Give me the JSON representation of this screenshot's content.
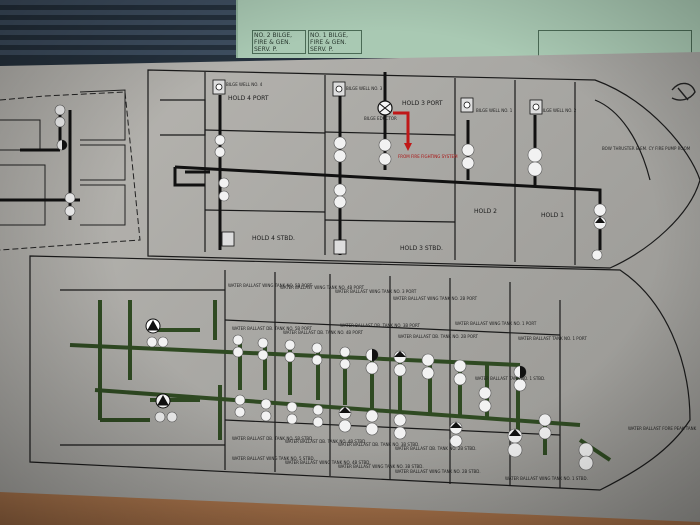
{
  "background_chart": {
    "cells": [
      "NO. 2 BILGE, FIRE & GEN. SERV. P.",
      "NO. 1 BILGE, FIRE & GEN. SERV. P."
    ]
  },
  "upper_panel": {
    "labels": {
      "hold_4_port": "HOLD 4 PORT",
      "hold_4_stbd": "HOLD 4 STBD.",
      "hold_3_port": "HOLD 3 PORT",
      "hold_3_stbd": "HOLD 3 STBD.",
      "hold_2": "HOLD 2",
      "hold_1": "HOLD 1",
      "bow_thruster": "BOW THRUSTER & EM. CY FIRE PUMP ROOM",
      "bilge_eductor": "BILGE EDUCTOR",
      "fire_fighting": "FROM FIRE FIGHTING SYSTEM",
      "bilge_well_1": "BILGE WELL NO. 1",
      "bilge_well_2": "BILGE WELL NO. 2",
      "bilge_well_3": "BILGE WELL NO. 3",
      "bilge_well_4": "BILGE WELL NO. 4"
    }
  },
  "lower_panel": {
    "labels": {
      "wbt_5p": "WATER BALLAST WING TANK NO. 5B PORT",
      "wbt_4p": "WATER BALLAST WING TANK NO. 4B PORT",
      "wbt_3p": "WATER BALLAST WING TANK NO. 3 PORT",
      "wbt_2p": "WATER BALLAST WING TANK NO. 2B PORT",
      "wbt_1p": "WATER BALLAST WING TANK NO. 1 PORT",
      "wbdb_5p": "WATER BALLAST DB. TANK NO. 5B PORT",
      "wbdb_4p": "WATER BALLAST DB. TANK NO. 4B PORT",
      "wbdb_3p": "WATER BALLAST DB. TANK NO. 3B PORT",
      "wbdb_2p": "WATER BALLAST DB. TANK NO. 2B PORT",
      "wb_1p": "WATER BALLAST TANK NO. 1 PORT",
      "wbdb_5s": "WATER BALLAST DB. TANK NO. 5B STBD.",
      "wbdb_4s": "WATER BALLAST DB. TANK NO. 4B STBD.",
      "wbdb_3s": "WATER BALLAST DB. TANK NO. 3B STBD.",
      "wbdb_2s": "WATER BALLAST DB. TANK NO. 2B STBD.",
      "wb_1s": "WATER BALLAST TANK NO. 1 STBD.",
      "wbt_5s": "WATER BALLAST WING TANK NO. 5 STBD.",
      "wbt_4s": "WATER BALLAST WING TANK NO. 4B STBD.",
      "wbt_3s": "WATER BALLAST WING TANK NO. 3B STBD.",
      "wbt_2s": "WATER BALLAST WING TANK NO. 2B STBD.",
      "wbt_1s": "WATER BALLAST WING TANK NO. 1 STBD.",
      "fore_peak": "WATER BALLAST FORE PEAK TANK"
    }
  },
  "colors": {
    "panel": "#b0aea9",
    "pipe_dark": "#141414",
    "pipe_green": "#2f4a22",
    "fire_pipe": "#c01818",
    "valve_light": "#f2f2f2"
  }
}
